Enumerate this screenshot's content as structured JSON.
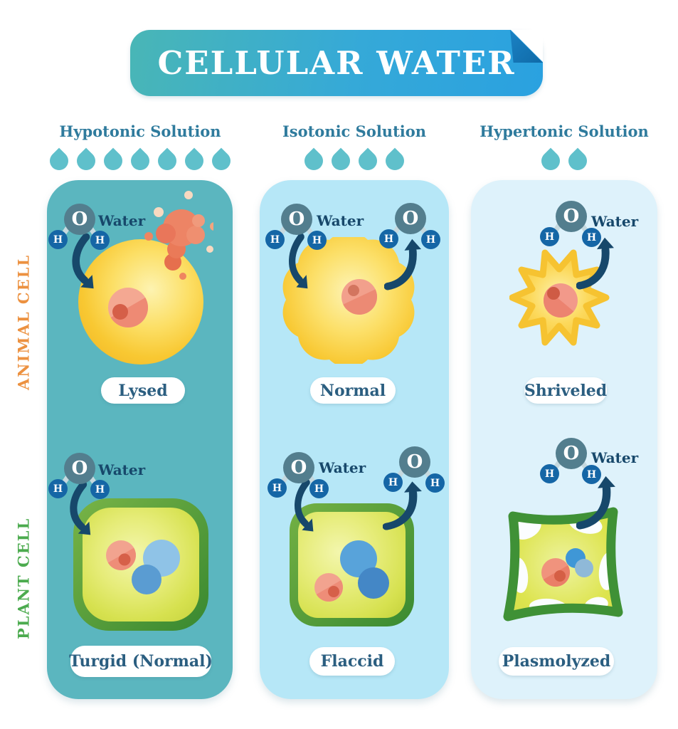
{
  "title": "CELLULAR WATER",
  "row_labels": {
    "animal": "ANIMAL CELL",
    "plant": "PLANT CELL"
  },
  "molecule": {
    "oxygen": "O",
    "hydrogen": "H",
    "label": "Water"
  },
  "columns": [
    {
      "header": "Hypotonic Solution",
      "droplet_count": 7,
      "animal_state": "Lysed",
      "plant_state": "Turgid (Normal)"
    },
    {
      "header": "Isotonic Solution",
      "droplet_count": 4,
      "animal_state": "Normal",
      "plant_state": "Flaccid"
    },
    {
      "header": "Hypertonic Solution",
      "droplet_count": 2,
      "animal_state": "Shriveled",
      "plant_state": "Plasmolyzed"
    }
  ],
  "colors": {
    "banner_teal": "#49b6b6",
    "banner_blue": "#2aa1e0",
    "fold_blue": "#0f6aa8",
    "droplet": "#5fc0cb",
    "panel_hypotonic": "#5bb6bf",
    "panel_isotonic": "#b6e7f7",
    "panel_hypertonic": "#def2fb",
    "header_text": "#2f7b9d",
    "navy": "#17486b",
    "animal_orange": "#ec9140",
    "plant_green": "#4cab4f",
    "oxygen": "#537e8e",
    "hydrogen": "#1566a6",
    "cell_yellow": "#fbce33",
    "nucleus_salmon": "#f2a08c",
    "burst_coral": "#ea7a58",
    "wall_green": "#3e8d35",
    "cytoplasm_yellow_green": "#d5e04e",
    "organelle_blue": "#5a9cd2"
  }
}
